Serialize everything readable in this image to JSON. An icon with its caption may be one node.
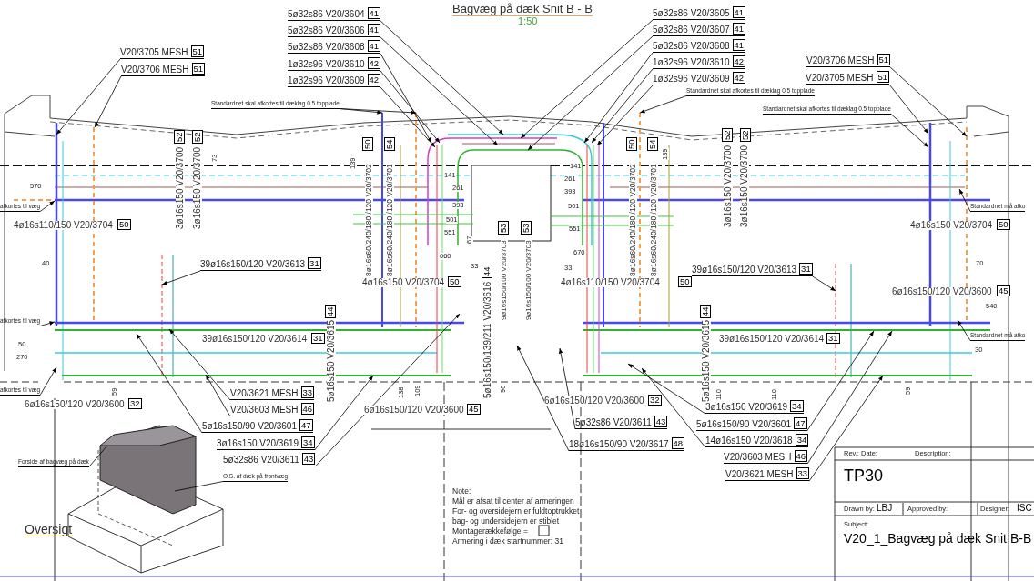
{
  "diagram": {
    "title": "Bagvæg på dæk Snit B - B",
    "nodes": [
      {
        "text": [
          "V20/3705 MESH",
          "51"
        ]
      },
      {
        "text": [
          "V20/3706 MESH",
          "51"
        ]
      },
      {
        "text": [
          "5ø32s86 V20/3604",
          "41"
        ]
      },
      {
        "text": [
          "5ø32s86 V20/3606",
          "41"
        ]
      },
      {
        "text": [
          "5ø32s86 V20/3608",
          "41"
        ]
      },
      {
        "text": [
          "1ø32s96 V20/3610",
          "42"
        ]
      },
      {
        "text": [
          "1ø32s96 V20/3609",
          "42"
        ]
      },
      {
        "text": [
          "5ø32s86 V20/3605",
          "41"
        ]
      },
      {
        "text": [
          "5ø32s86 V20/3607",
          "41"
        ]
      },
      {
        "text": [
          "5ø32s86 V20/3608",
          "41"
        ]
      },
      {
        "text": [
          "1ø32s96 V20/3610",
          "42"
        ]
      },
      {
        "text": [
          "1ø32s96 V20/3609",
          "42"
        ]
      },
      {
        "text": [
          "V20/3706 MESH",
          "51"
        ]
      },
      {
        "text": [
          "V20/3705 MESH",
          "51"
        ]
      },
      {
        "text": [
          "Standardnet skal afkortes til dæklag 0.5 topplade"
        ]
      },
      {
        "text": [
          "Standardnet skal afkortes til dæklag 0.5 topplade"
        ]
      },
      {
        "text": [
          "Standardnet skal afkortes til dæklag 0.5 topplade"
        ]
      },
      {
        "text": [
          "afkortes til væg"
        ]
      },
      {
        "text": [
          "afkortes til væg"
        ]
      },
      {
        "text": [
          "afkortes til væg"
        ]
      },
      {
        "text": [
          "Standardnet må afko"
        ]
      },
      {
        "text": [
          "Standardnet må afko"
        ]
      },
      {
        "text": [
          "39ø16s150/120 V20/3613",
          "31"
        ]
      },
      {
        "text": [
          "39ø16s150/120 V20/3613",
          "31"
        ]
      },
      {
        "text": [
          "V20/3621 MESH",
          "33"
        ]
      },
      {
        "text": [
          "V20/3603 MESH",
          "46"
        ]
      },
      {
        "text": [
          "5ø16s150/90 V20/3601",
          "47"
        ]
      },
      {
        "text": [
          "3ø16s150 V20/3619",
          "34"
        ]
      },
      {
        "text": [
          "5ø32s86 V20/3611",
          "43"
        ]
      },
      {
        "text": [
          "5ø32s86 V20/3611",
          "43"
        ]
      },
      {
        "text": [
          "18ø16s150/90 V20/3617",
          "48"
        ]
      },
      {
        "text": [
          "3ø16s150 V20/3619",
          "34"
        ]
      },
      {
        "text": [
          "5ø16s150/90 V20/3601",
          "47"
        ]
      },
      {
        "text": [
          "14ø16s150 V20/3618",
          "34"
        ]
      },
      {
        "text": [
          "V20/3603 MESH",
          "46"
        ]
      },
      {
        "text": [
          "V20/3621 MESH",
          "33"
        ]
      },
      {
        "text": [
          "Forside af bagvæg på dæk"
        ]
      },
      {
        "text": [
          "O.S. af dæk på frontvæg"
        ]
      }
    ],
    "edges": [
      {
        "from": 0,
        "to": null,
        "arrow": "to"
      },
      {
        "from": 1,
        "to": null,
        "arrow": "to"
      },
      {
        "from": 2,
        "to": null,
        "arrow": "to"
      },
      {
        "from": 3,
        "to": null,
        "arrow": "to"
      },
      {
        "from": 4,
        "to": null,
        "arrow": "to"
      },
      {
        "from": 5,
        "to": null,
        "arrow": "to"
      },
      {
        "from": 6,
        "to": null,
        "arrow": "to"
      },
      {
        "from": 7,
        "to": null,
        "arrow": "to"
      },
      {
        "from": 8,
        "to": null,
        "arrow": "to"
      },
      {
        "from": 9,
        "to": null,
        "arrow": "to"
      },
      {
        "from": 10,
        "to": null,
        "arrow": "to"
      },
      {
        "from": 11,
        "to": null,
        "arrow": "to"
      },
      {
        "from": 12,
        "to": null,
        "arrow": "to"
      },
      {
        "from": 13,
        "to": null,
        "arrow": "to"
      },
      {
        "from": 14,
        "to": null,
        "arrow": "to"
      },
      {
        "from": 14,
        "to": null,
        "arrow": "to"
      },
      {
        "from": 15,
        "to": null,
        "arrow": "to"
      },
      {
        "from": 16,
        "to": null,
        "arrow": "to"
      },
      {
        "from": 17,
        "to": null,
        "arrow": "to"
      },
      {
        "from": 18,
        "to": null,
        "arrow": "to"
      },
      {
        "from": 19,
        "to": null,
        "arrow": "to"
      },
      {
        "from": 20,
        "to": null,
        "arrow": "to"
      },
      {
        "from": 21,
        "to": null,
        "arrow": "to"
      },
      {
        "from": 22,
        "to": null,
        "arrow": "to"
      },
      {
        "from": 23,
        "to": null,
        "arrow": "to"
      },
      {
        "from": 24,
        "to": null,
        "arrow": "to"
      },
      {
        "from": 25,
        "to": null,
        "arrow": "to"
      },
      {
        "from": 26,
        "to": null,
        "arrow": "to"
      },
      {
        "from": 27,
        "to": null,
        "arrow": "to"
      },
      {
        "from": 28,
        "to": null,
        "arrow": "to"
      },
      {
        "from": 29,
        "to": null,
        "arrow": "to"
      },
      {
        "from": 30,
        "to": null,
        "arrow": "to"
      },
      {
        "from": 31,
        "to": null,
        "arrow": "to"
      },
      {
        "from": 32,
        "to": null,
        "arrow": "to"
      },
      {
        "from": 33,
        "to": null,
        "arrow": "to"
      },
      {
        "from": 34,
        "to": null,
        "arrow": "to"
      },
      {
        "from": 35,
        "to": null,
        "arrow": "to"
      },
      {
        "from": 36,
        "to": null,
        "arrow": "none"
      },
      {
        "from": 37,
        "to": null,
        "arrow": "none"
      }
    ],
    "labels": [
      "1:50",
      "52",
      "52",
      "3ø16s150 V20/3700",
      "3ø16s150 V20/3700",
      "50",
      "54",
      "8ø16s60/240/180 /120 V20/3702",
      "8ø16s60/240/180 /120 V20/3701",
      "50",
      "54",
      "8ø16s60/240/180 /120 V20/3702",
      "8ø16s60/240/180 /120 V20/3701",
      "52",
      "52",
      "3ø16s150 V20/3700",
      "3ø16s150 V20/3700",
      "139",
      "73",
      "139",
      "570",
      "4ø16s110/150 V20/3704",
      "50",
      "4ø16s150 V20/3704",
      "50",
      "141",
      "261",
      "393",
      "501",
      "551",
      "660",
      "33",
      "141",
      "261",
      "393",
      "501",
      "551",
      "670",
      "33",
      "67",
      "53",
      "53",
      "9ø16s150/100 V20/3703",
      "9ø16s150/100 V20/3703",
      "40",
      "70",
      "39ø16s150/120 V20/3614",
      "31",
      "39ø16s150/120 V20/3614",
      "31",
      "44",
      "5ø16s150 V20/3615",
      "44",
      "5ø16s150/139/211 V20/3616",
      "44",
      "5ø16s150 V20/3615",
      "540",
      "50",
      "270",
      "30",
      "6ø16s150/120 V20/3600",
      "32",
      "59",
      "138",
      "109",
      "90",
      "6ø16s150/120 V20/3600",
      "45",
      "110",
      "110",
      "59",
      "6ø16s150/120 V20/3600",
      "32",
      "6ø16s150/120 V20/3600",
      "45",
      "Note:",
      "Mål er afsat til center af armeringen",
      "For- og oversidejern er fuldtoptrukket",
      "bag- og undersidejern er stiblet",
      "Montagerækkefølge =",
      "Armering i dæk startnummer: 31",
      "Oversigt",
      "Rev.: Date:",
      "Description:",
      "TP30",
      "Drawn by:",
      "LBJ",
      "Approved by:",
      "Designer:",
      "ISC",
      "Subject:",
      "V20_1_Bagvæg på dæk Snit B-B",
      "4ø16s150 V20/3704",
      "50",
      "4ø16s110/150 V20/3704",
      "50"
    ]
  }
}
